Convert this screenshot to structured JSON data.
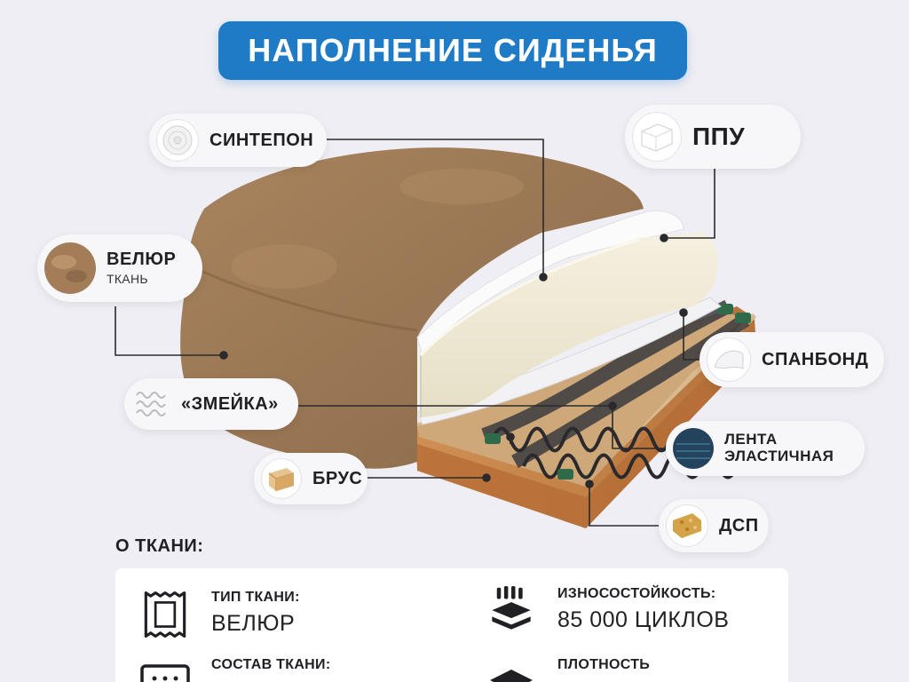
{
  "title": "НАПОЛНЕНИЕ СИДЕНЬЯ",
  "layers": {
    "sintepon": {
      "label": "СИНТЕПОН",
      "icon": "padding-roll-icon"
    },
    "ppu": {
      "label": "ППУ",
      "icon": "foam-block-icon"
    },
    "velur": {
      "label": "ВЕЛЮР",
      "sublabel": "ТКАНЬ",
      "icon": "velour-swatch-icon"
    },
    "spanbond": {
      "label": "СПАНБОНД",
      "icon": "spunbond-icon"
    },
    "zmeika": {
      "label": "«ЗМЕЙКА»",
      "icon": "zigzag-spring-icon"
    },
    "lenta": {
      "label_line1": "ЛЕНТА",
      "label_line2": "ЭЛАСТИЧНАЯ",
      "icon": "elastic-belt-icon"
    },
    "brus": {
      "label": "БРУС",
      "icon": "timber-bar-icon"
    },
    "dsp": {
      "label": "ДСП",
      "icon": "chipboard-icon"
    }
  },
  "fabric": {
    "heading": "О ТКАНИ:",
    "type": {
      "label": "ТИП ТКАНИ:",
      "value": "ВЕЛЮР"
    },
    "wear": {
      "label": "ИЗНОСОСТОЙКОСТЬ:",
      "value": "85 000 ЦИКЛОВ"
    },
    "composition": {
      "label": "СОСТАВ ТКАНИ:"
    },
    "density": {
      "label": "ПЛОТНОСТЬ"
    }
  },
  "colors": {
    "accent": "#1f7bc6",
    "velour": "#9c7a57",
    "foam": "#efe9d6",
    "wood": "#c8874a"
  }
}
